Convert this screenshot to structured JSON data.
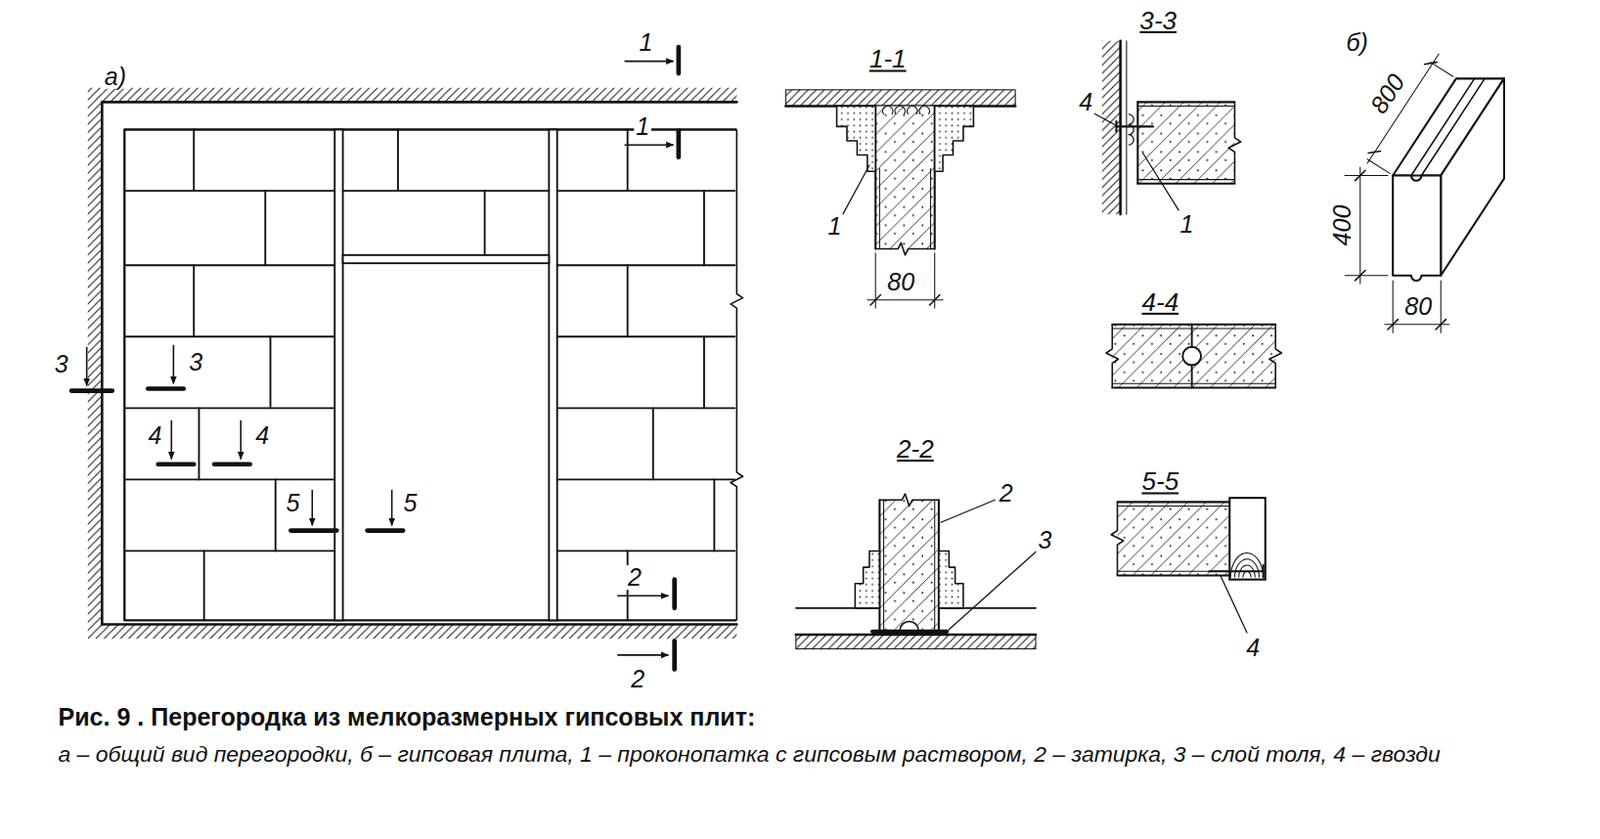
{
  "diagram": {
    "caption": "Рис. 9 . Перегородка из мелкоразмерных гипсовых плит:",
    "labels": [
      "а)",
      "1",
      "1",
      "3",
      "3",
      "4",
      "4",
      "5",
      "5",
      "2",
      "2",
      "1-1",
      "80",
      "1",
      "3-3",
      "4",
      "1",
      "4-4",
      "2-2",
      "2",
      "3",
      "5-5",
      "4",
      "б)",
      "800",
      "400",
      "80",
      "а – общий вид перегородки, б – гипсовая плита, 1 – проконопатка с гипсовым раствором, 2 – затирка, 3 – слой толя, 4 – гвозди"
    ]
  }
}
